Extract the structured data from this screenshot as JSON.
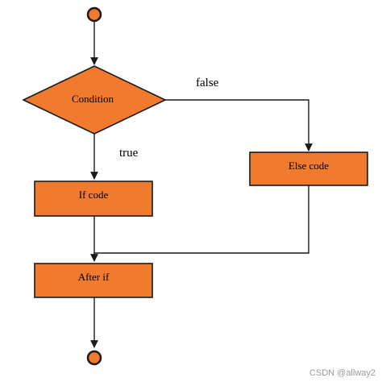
{
  "colors": {
    "node_fill": "#F07A2E",
    "node_stroke": "#1a1a1a",
    "edge": "#1a1a1a",
    "terminal_fill": "#F07A2E"
  },
  "flowchart": {
    "condition": "Condition",
    "if_code": "If code",
    "else_code": "Else code",
    "after_if": "After if",
    "true_label": "true",
    "false_label": "false"
  },
  "watermark": "CSDN @allway2"
}
